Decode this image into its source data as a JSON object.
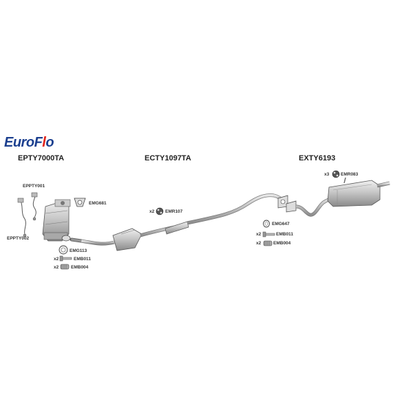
{
  "brand": {
    "part1": "Euro",
    "part2": "F",
    "part3": "l",
    "part4": "o",
    "accent": "#e2231a",
    "primary": "#1b3f8f"
  },
  "sections": {
    "front": "EPTY7000TA",
    "middle": "ECTY1097TA",
    "rear": "EXTY6193"
  },
  "parts": {
    "sensor_upper": "EPPTY001",
    "sensor_lower": "EPPTY002",
    "gasket_front": "EMG681",
    "gasket_113": "EMG113",
    "qty_bolt_front": "x2",
    "bolt_front": "EMB011",
    "qty_spring_front": "x2",
    "spring_front": "EMB004",
    "qty_rubber_mid": "x2",
    "rubber_mid": "EMR107",
    "gasket_647": "EMG647",
    "qty_bolt_rear": "x2",
    "bolt_rear": "EMB011",
    "qty_spring_rear": "x2",
    "spring_rear": "EMB004",
    "qty_rubber_rear": "x3",
    "rubber_rear": "EMR083"
  }
}
